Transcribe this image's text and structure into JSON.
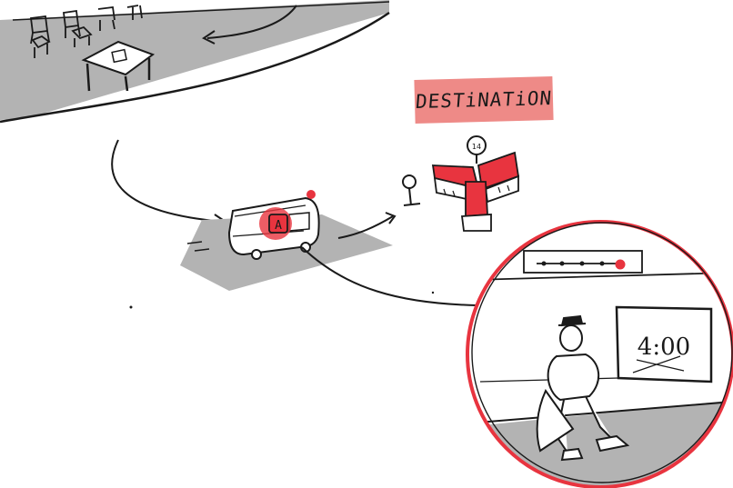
{
  "destination_label": "DESTiNATiON",
  "pin_label": "14",
  "bus_sign": "A",
  "bus_stop_times": "4:00",
  "colors": {
    "accent_red": "#e8343f",
    "label_pink": "#ee8a87",
    "ground_gray": "#b3b3b3",
    "ink": "#1a1a1a"
  }
}
